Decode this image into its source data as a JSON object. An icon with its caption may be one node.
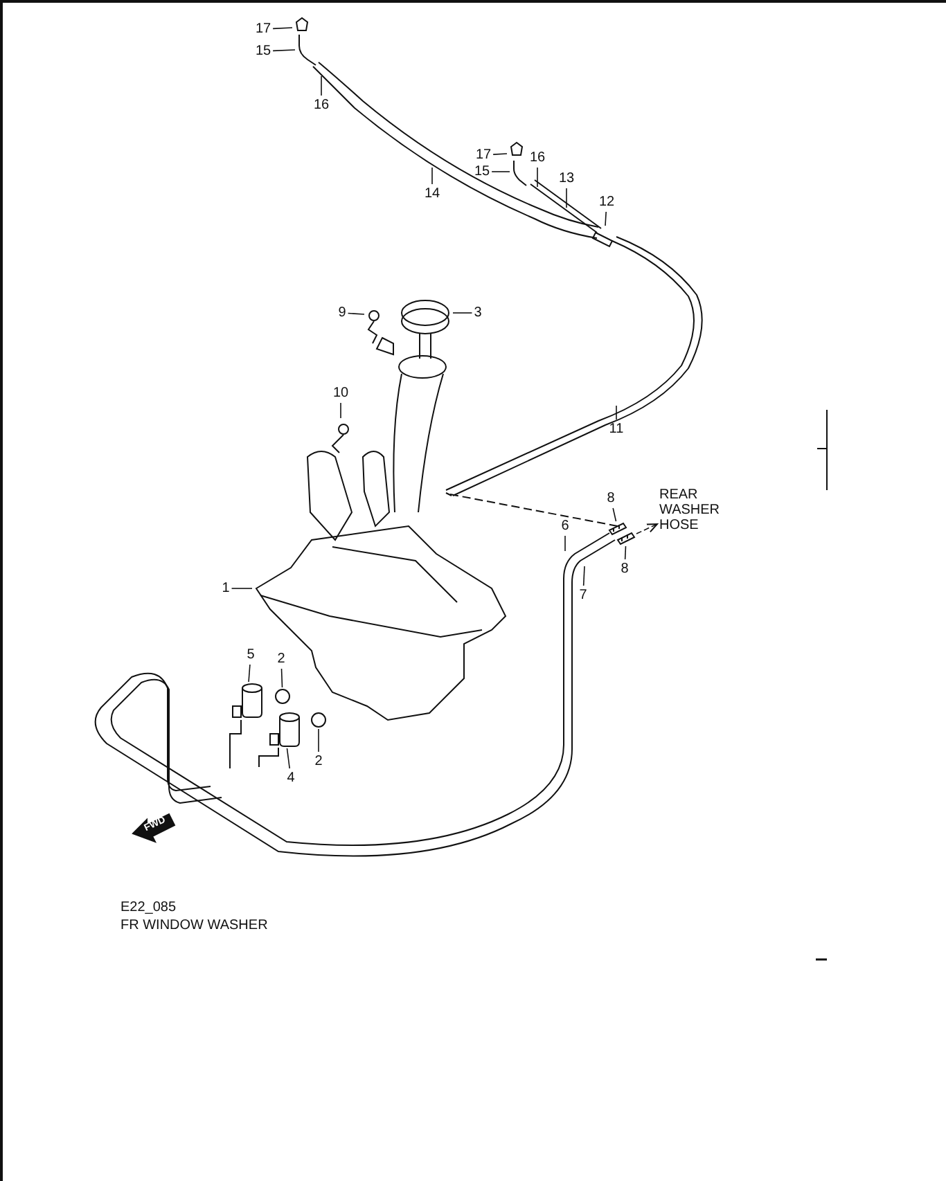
{
  "diagram": {
    "nodes": [
      {
        "text": [
          "17"
        ]
      },
      {
        "text": [
          "15"
        ]
      },
      {
        "text": [
          "16"
        ]
      },
      {
        "text": [
          "17"
        ]
      },
      {
        "text": [
          "16"
        ]
      },
      {
        "text": [
          "15"
        ]
      },
      {
        "text": [
          "13"
        ]
      },
      {
        "text": [
          "14"
        ]
      },
      {
        "text": [
          "12"
        ]
      },
      {
        "text": [
          "9"
        ]
      },
      {
        "text": [
          "3"
        ]
      },
      {
        "text": [
          "10"
        ]
      },
      {
        "text": [
          "11"
        ]
      },
      {
        "text": [
          "8"
        ]
      },
      {
        "text": [
          "REAR WASHER HOSE"
        ]
      },
      {
        "text": [
          "6"
        ]
      },
      {
        "text": [
          "8"
        ]
      },
      {
        "text": [
          "7"
        ]
      },
      {
        "text": [
          "1"
        ]
      },
      {
        "text": [
          "5"
        ]
      },
      {
        "text": [
          "2"
        ]
      },
      {
        "text": [
          "2"
        ]
      },
      {
        "text": [
          "4"
        ]
      },
      {
        "text": [],
        "shape": "picture"
      },
      {
        "text": [],
        "shape": "picture"
      },
      {
        "text": [],
        "shape": "picture"
      },
      {
        "text": [],
        "shape": "circle"
      },
      {
        "text": [],
        "shape": "circle"
      },
      {
        "text": [],
        "shape": "picture"
      }
    ],
    "edges": [
      {
        "from": 0,
        "to": null,
        "arrow": "none"
      },
      {
        "from": 1,
        "to": null,
        "arrow": "none"
      },
      {
        "from": 2,
        "to": null,
        "arrow": "none"
      },
      {
        "from": 3,
        "to": null,
        "arrow": "none"
      },
      {
        "from": 4,
        "to": null,
        "arrow": "none"
      },
      {
        "from": 5,
        "to": null,
        "arrow": "none"
      },
      {
        "from": 6,
        "to": null,
        "arrow": "none"
      },
      {
        "from": 7,
        "to": null,
        "arrow": "none"
      },
      {
        "from": 8,
        "to": null,
        "arrow": "none"
      },
      {
        "from": 9,
        "to": null,
        "arrow": "none"
      },
      {
        "from": 10,
        "to": null,
        "arrow": "none"
      },
      {
        "from": 11,
        "to": null,
        "arrow": "none"
      },
      {
        "from": 12,
        "to": null,
        "arrow": "none"
      },
      {
        "from": 13,
        "to": 23,
        "arrow": "none"
      },
      {
        "from": 24,
        "to": 14,
        "arrow": "to",
        "style": "dashed"
      },
      {
        "from": 15,
        "to": null,
        "arrow": "none"
      },
      {
        "from": 16,
        "to": 24,
        "arrow": "none"
      },
      {
        "from": 17,
        "to": null,
        "arrow": "none"
      },
      {
        "from": 18,
        "to": null,
        "arrow": "none"
      },
      {
        "from": 19,
        "to": 25,
        "arrow": "none"
      },
      {
        "from": 20,
        "to": 26,
        "arrow": "none"
      },
      {
        "from": 21,
        "to": 27,
        "arrow": "none"
      },
      {
        "from": 22,
        "to": 28,
        "arrow": "none"
      }
    ],
    "labels": [
      "FWD",
      "E22_085",
      "FR WINDOW WASHER"
    ]
  }
}
